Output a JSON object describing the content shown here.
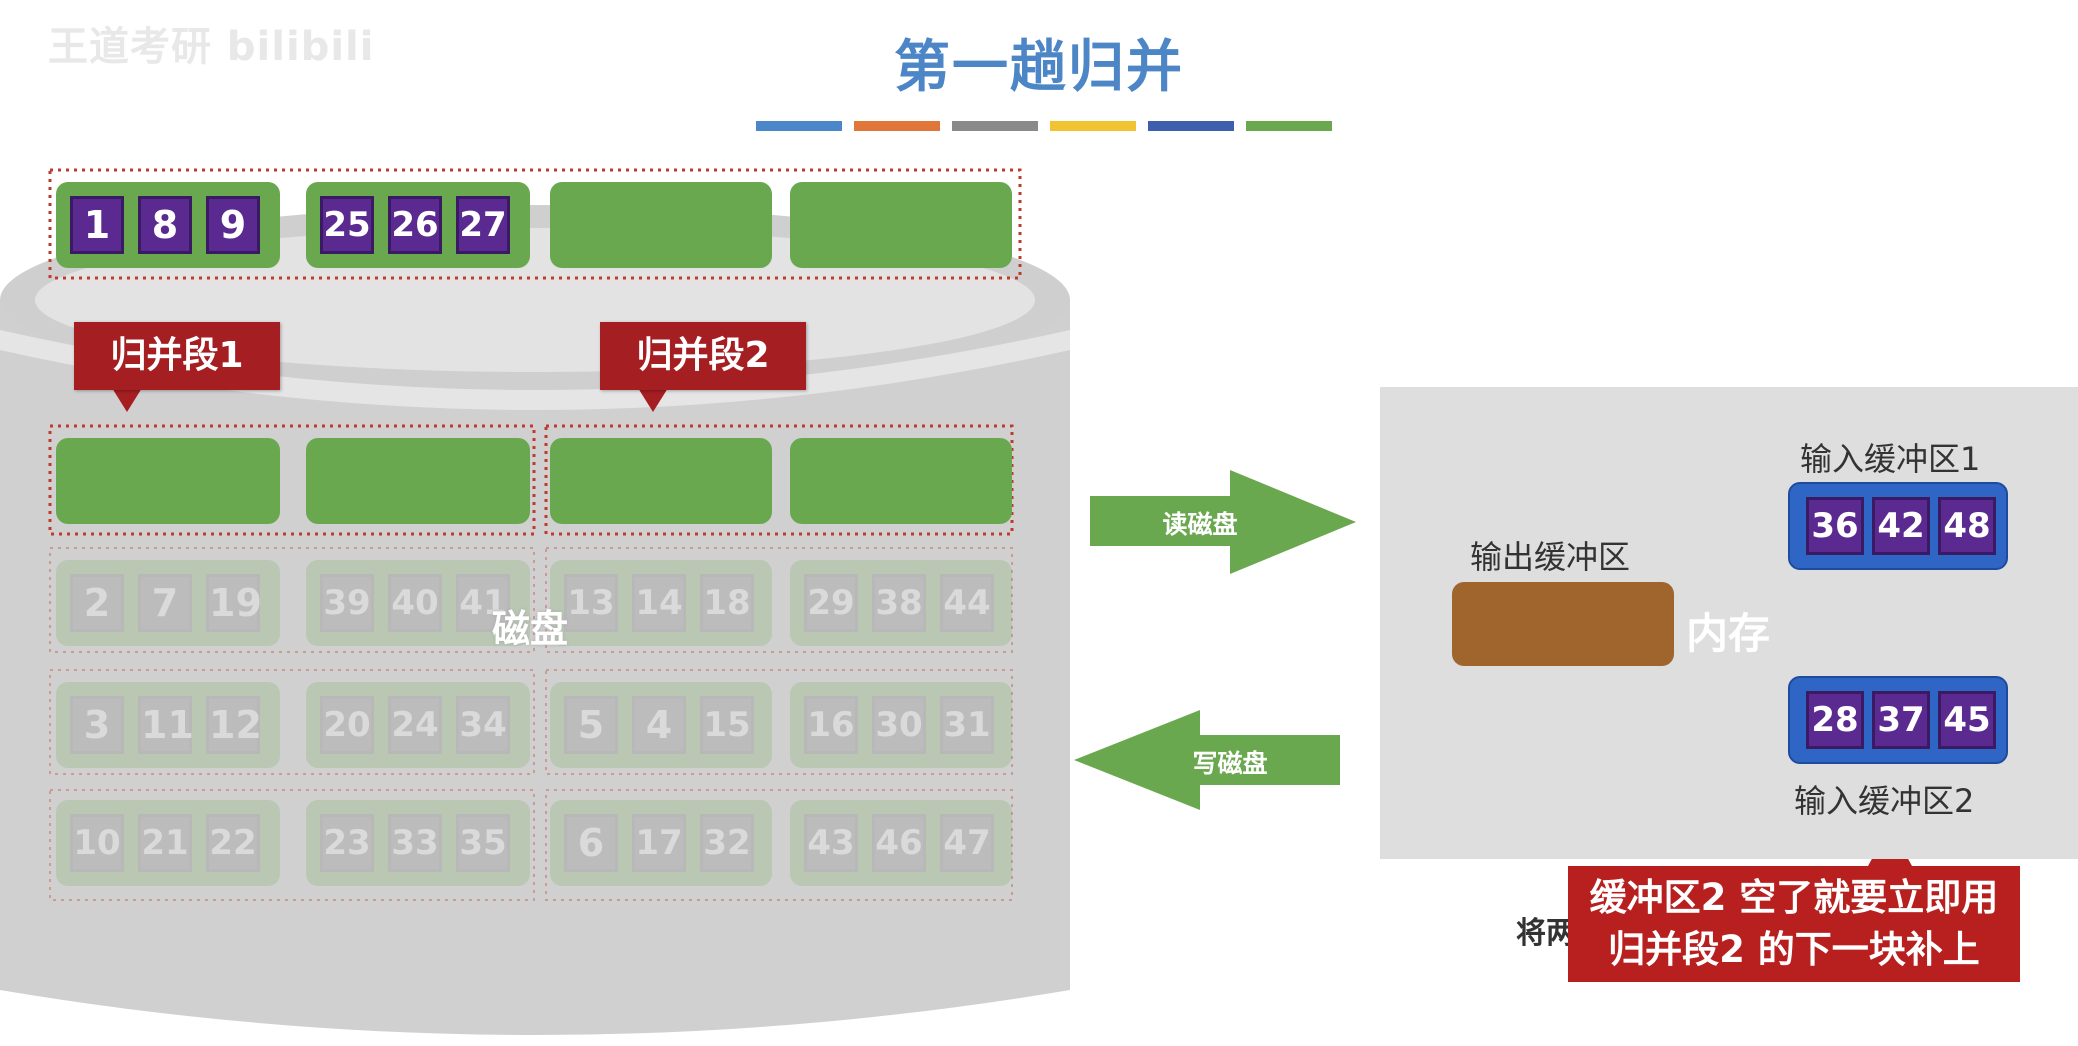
{
  "watermark": "王道考研 bilibili",
  "title": "第一趟归并",
  "color_bar": [
    "#4a86c8",
    "#e0763a",
    "#8a8a8a",
    "#f1c232",
    "#3d5fad",
    "#6aa84f"
  ],
  "colors": {
    "block_green": "#6aa84f",
    "record_purple": "#5b2a90",
    "tag_red": "#a51e22",
    "buffer_blue": "#2f66c6",
    "output_brown": "#a0652d",
    "panel_gray": "#dedede"
  },
  "segment_tags": [
    "归并段1",
    "归并段2"
  ],
  "disk_label": "磁盘",
  "read_label": "读磁盘",
  "write_label": "写磁盘",
  "memory": {
    "label": "内存",
    "output_buffer_label": "输出缓冲区",
    "input_buffer_1": {
      "label": "输入缓冲区1",
      "values": [
        "36",
        "42",
        "48"
      ]
    },
    "input_buffer_2": {
      "label": "输入缓冲区2",
      "values": [
        "28",
        "37",
        "45"
      ]
    }
  },
  "note": {
    "prefix": "将两",
    "lines": [
      "缓冲区2 空了就要立即用",
      "归并段2 的下一块补上"
    ]
  },
  "top_row": [
    [
      "1",
      "8",
      "9"
    ],
    [
      "25",
      "26",
      "27"
    ],
    [],
    []
  ],
  "segment_row": [
    [],
    [],
    [],
    []
  ],
  "faded_rows": [
    [
      [
        "2",
        "7",
        "19"
      ],
      [
        "39",
        "40",
        "41"
      ],
      [
        "13",
        "14",
        "18"
      ],
      [
        "29",
        "38",
        "44"
      ]
    ],
    [
      [
        "3",
        "11",
        "12"
      ],
      [
        "20",
        "24",
        "34"
      ],
      [
        "5",
        "4",
        "15"
      ],
      [
        "16",
        "30",
        "31"
      ]
    ],
    [
      [
        "10",
        "21",
        "22"
      ],
      [
        "23",
        "33",
        "35"
      ],
      [
        "6",
        "17",
        "32"
      ],
      [
        "43",
        "46",
        "47"
      ]
    ]
  ]
}
